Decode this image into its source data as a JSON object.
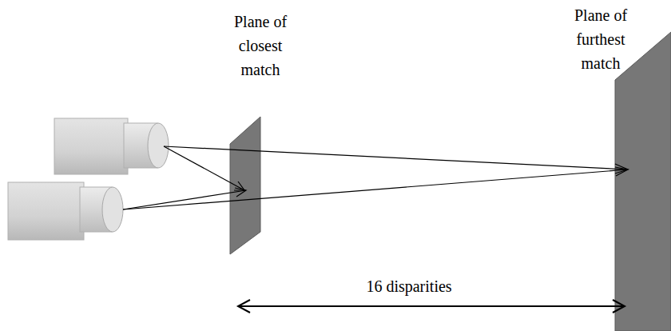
{
  "diagram": {
    "labels": [
      "Plane of closest match",
      "Plane of furthest match",
      "16 disparities"
    ]
  }
}
